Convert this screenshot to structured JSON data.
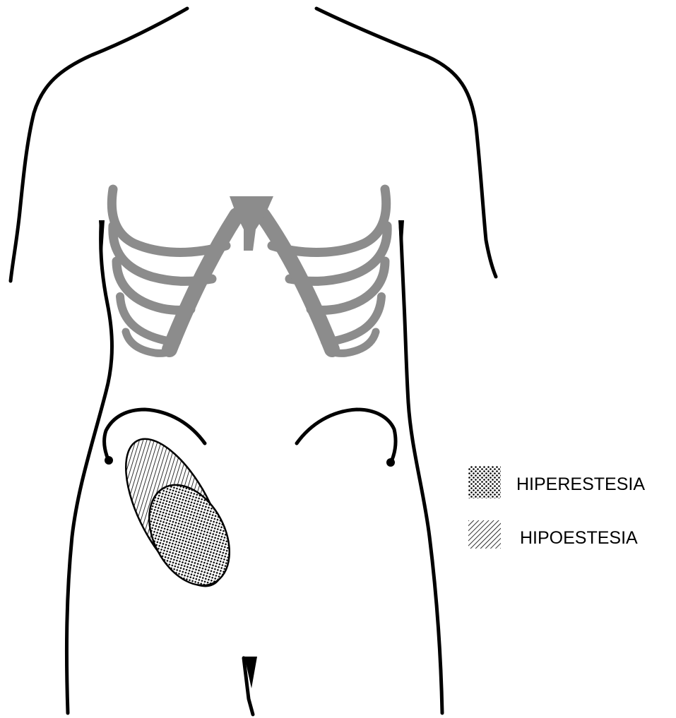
{
  "legend": {
    "items": [
      {
        "key": "hyperesthesia",
        "label": "HIPERESTESIA",
        "pattern": "dots"
      },
      {
        "key": "hypoesthesia",
        "label": "HIPOESTESIA",
        "pattern": "diagonal-lines"
      }
    ]
  },
  "colors": {
    "outline": "#000000",
    "skeleton": "#8c8c8c",
    "background": "#ffffff"
  }
}
